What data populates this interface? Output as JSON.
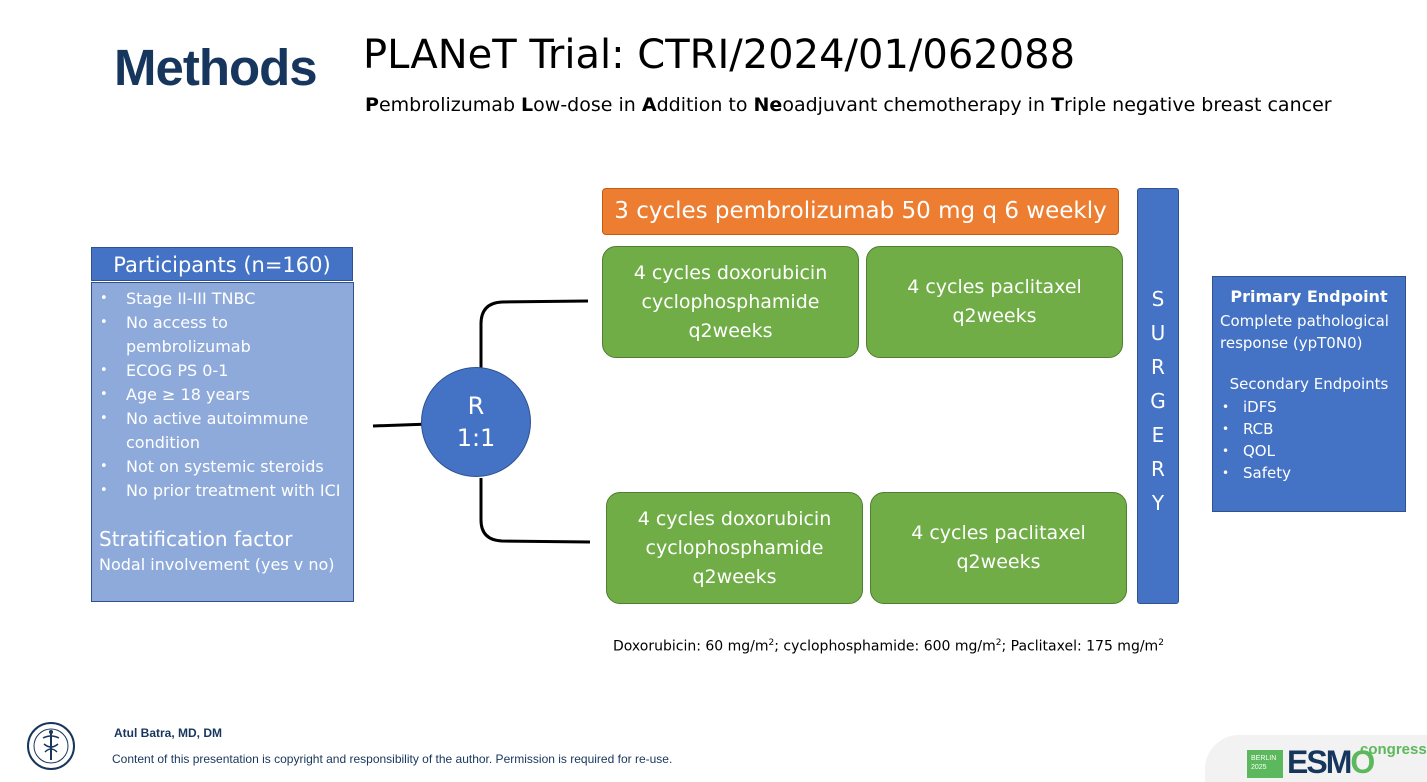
{
  "header": {
    "section": "Methods",
    "trial_title": "PLANeT Trial: CTRI/2024/01/062088",
    "subtitle_parts": [
      {
        "bold": "P",
        "rest": "embrolizumab "
      },
      {
        "bold": "L",
        "rest": "ow-dose in "
      },
      {
        "bold": "A",
        "rest": "ddition to "
      },
      {
        "bold": "Ne",
        "rest": "oadjuvant chemotherapy in "
      },
      {
        "bold": "T",
        "rest": "riple negative breast cancer"
      }
    ]
  },
  "participants": {
    "title": "Participants (n=160)",
    "criteria": [
      "Stage II-III TNBC",
      "No access to pembrolizumab",
      "ECOG PS 0-1",
      "Age ≥ 18 years",
      "No active autoimmune condition",
      "Not on systemic steroids",
      "No prior treatment with ICI"
    ],
    "stratification_title": "Stratification factor",
    "stratification_value": "Nodal involvement (yes v no)"
  },
  "randomization": {
    "line1": "R",
    "line2": "1:1"
  },
  "arm_a": {
    "pembrolizumab": "3 cycles pembrolizumab 50 mg q 6 weekly",
    "ac": "4 cycles doxorubicin cyclophosphamide q2weeks",
    "paclitaxel": "4 cycles paclitaxel q2weeks"
  },
  "arm_b": {
    "ac": "4 cycles doxorubicin cyclophosphamide q2weeks",
    "paclitaxel": "4 cycles paclitaxel q2weeks"
  },
  "surgery_letters": [
    "S",
    "U",
    "R",
    "G",
    "E",
    "R",
    "Y"
  ],
  "endpoints": {
    "primary_title": "Primary Endpoint",
    "primary_value": "Complete pathological response (ypT0N0)",
    "secondary_title": "Secondary Endpoints",
    "secondary_items": [
      "iDFS",
      "RCB",
      "QOL",
      "Safety"
    ]
  },
  "dosing": {
    "doxorubicin": "Doxorubicin: 60 mg/m",
    "cyclophosphamide": "; cyclophosphamide: 600 mg/m",
    "paclitaxel": "; Paclitaxel: 175 mg/m",
    "superscript": "2"
  },
  "footer": {
    "author": "Atul Batra, MD, DM",
    "copyright": "Content of this presentation is copyright and responsibility of the author. Permission is required for re-use.",
    "esmo_city": "BERLIN",
    "esmo_year": "2025",
    "esmo_word_es": "ES",
    "esmo_word_m": "M",
    "esmo_word_o": "O",
    "esmo_congress": "congress"
  },
  "colors": {
    "navy": "#17365d",
    "blue": "#4472c4",
    "light_blue": "#8eaadb",
    "orange": "#ed7d31",
    "green": "#70ad47"
  }
}
